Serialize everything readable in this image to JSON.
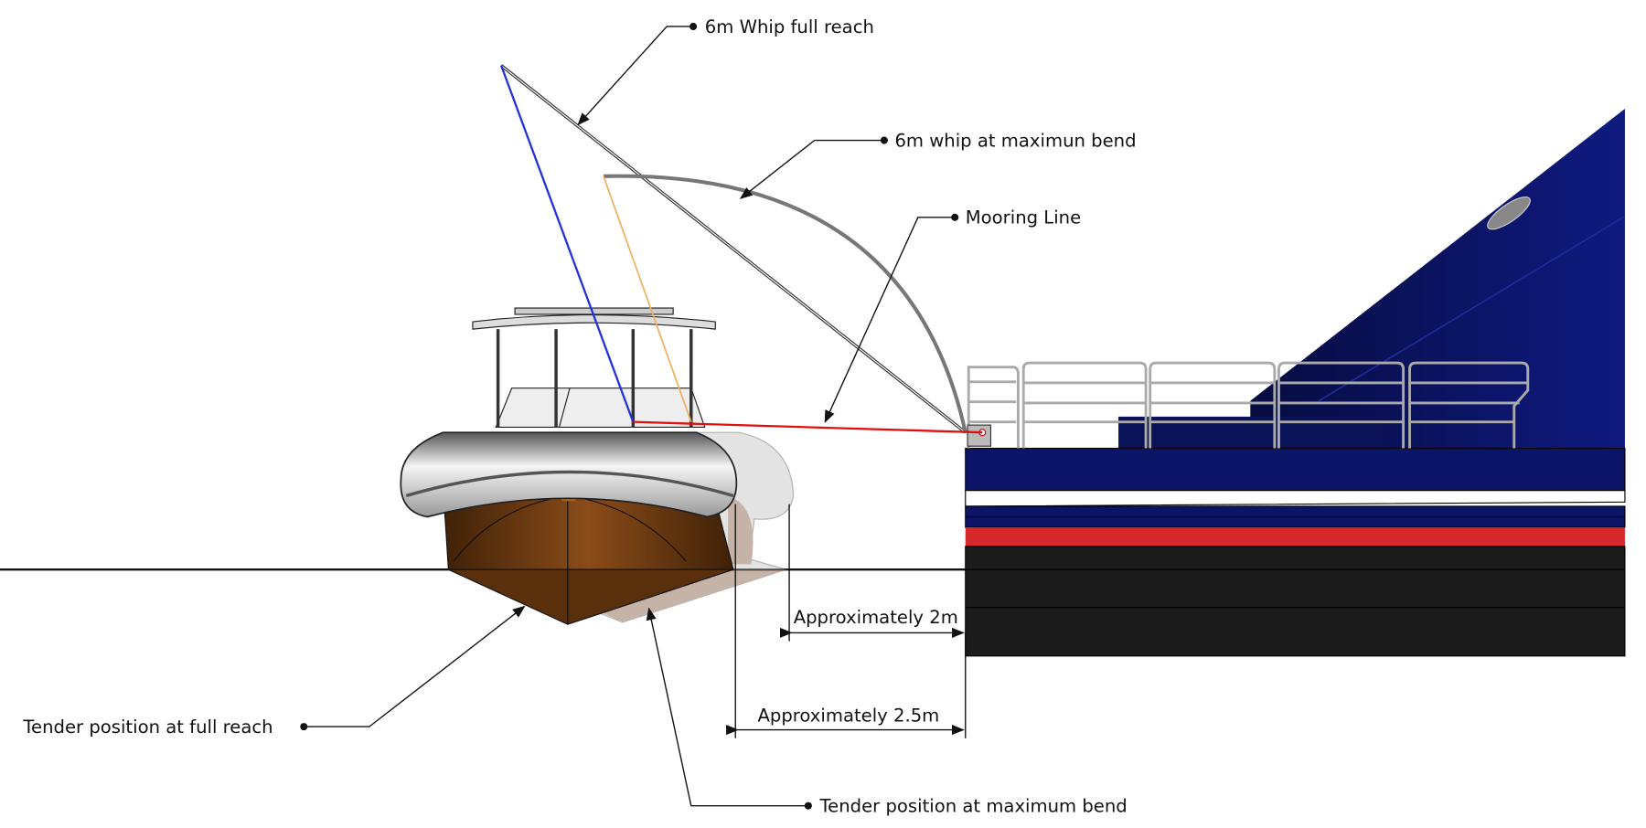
{
  "labels": {
    "whip_full_reach": "6m Whip full reach",
    "whip_max_bend": "6m whip at maximun bend",
    "mooring_line": "Mooring Line",
    "tender_full_reach": "Tender position at full reach",
    "tender_max_bend": "Tender position at maximum bend"
  },
  "dimensions": {
    "gap_max_bend": "Approximately 2m",
    "gap_full_reach": "Approximately 2.5m"
  },
  "colors": {
    "ship_hull_blue": "#0c1468",
    "ship_stripe_red": "#d7282c",
    "ship_bottom_black": "#1a1a1a",
    "tender_hull_brown": "#6b3a12",
    "whip_full_reach_line": "#2233dd",
    "whip_bend_line": "#f0b060",
    "mooring_line": "#e01010"
  }
}
